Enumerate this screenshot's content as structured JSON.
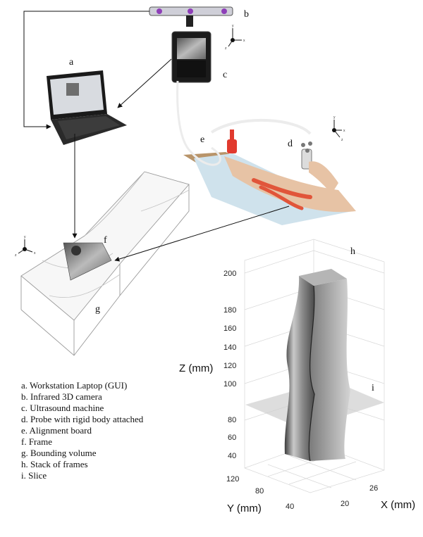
{
  "labels": {
    "a": "a",
    "b": "b",
    "c": "c",
    "d": "d",
    "e": "e",
    "f": "f",
    "g": "g",
    "h": "h",
    "i": "i"
  },
  "axes": {
    "x": "x",
    "y": "y",
    "z": "z"
  },
  "plot": {
    "z_label": "Z (mm)",
    "y_label": "Y (mm)",
    "x_label": "X (mm)",
    "z_ticks": [
      "200",
      "180",
      "160",
      "140",
      "120",
      "100",
      "80",
      "60",
      "40"
    ],
    "y_ticks": [
      "120",
      "80",
      "40"
    ],
    "x_ticks": [
      "26",
      "20"
    ]
  },
  "legend": [
    "a. Workstation Laptop (GUI)",
    "b. Infrared 3D camera",
    "c. Ultrasound machine",
    "d. Probe with rigid body attached",
    "e. Alignment board",
    "f. Frame",
    "g. Bounding volume",
    "h. Stack of frames",
    "i. Slice"
  ]
}
